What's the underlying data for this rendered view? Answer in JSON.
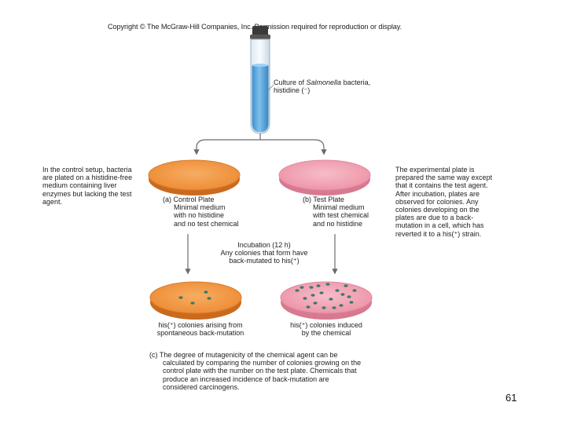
{
  "copyright": "Copyright © The McGraw-Hill Companies, Inc. Permission required for reproduction or display.",
  "tube_label": {
    "line1_prefix": "Culture of ",
    "line1_italic": "Salmonella",
    "line1_suffix": " bacteria,",
    "line2": "histidine (⁻)"
  },
  "left_note": "In the control setup, bacteria are plated on a histidine-free medium containing liver enzymes but lacking the test agent.",
  "right_note": "The experimental plate is prepared the same way except that it contains the test agent. After incubation, plates are observed for colonies. Any colonies developing on the plates are due to a back-mutation in a cell, which has reverted it to a his(⁺) strain.",
  "plate_a": {
    "title": "(a) Control Plate",
    "lines": [
      "Minimal medium",
      "with no histidine",
      "and no test chemical"
    ]
  },
  "plate_b": {
    "title": "(b) Test Plate",
    "lines": [
      "Minimal medium",
      "with test chemical",
      "and no histidine"
    ]
  },
  "incubation": {
    "line1": "Incubation (12 h)",
    "line2": "Any colonies that form have",
    "line3": "back-mutated to his(⁺)"
  },
  "result_a": {
    "line1": "his(⁺) colonies arising from",
    "line2": "spontaneous back-mutation"
  },
  "result_b": {
    "line1": "his(⁺) colonies induced",
    "line2": "by the chemical"
  },
  "caption": {
    "line1": "(c)  The degree of mutagenicity of the chemical agent can be",
    "line2": "calculated by comparing the number of colonies growing on the",
    "line3": "control plate with the number on the test plate. Chemicals that",
    "line4": "produce an increased incidence of back-mutation are",
    "line5": "considered carcinogens."
  },
  "page_number": "61",
  "colors": {
    "control_plate": "#f39a48",
    "test_plate": "#f2a8b6",
    "tube_liquid": "#5aa6de",
    "colony": "#3d7a6a",
    "arrow": "#6b6b6b"
  }
}
